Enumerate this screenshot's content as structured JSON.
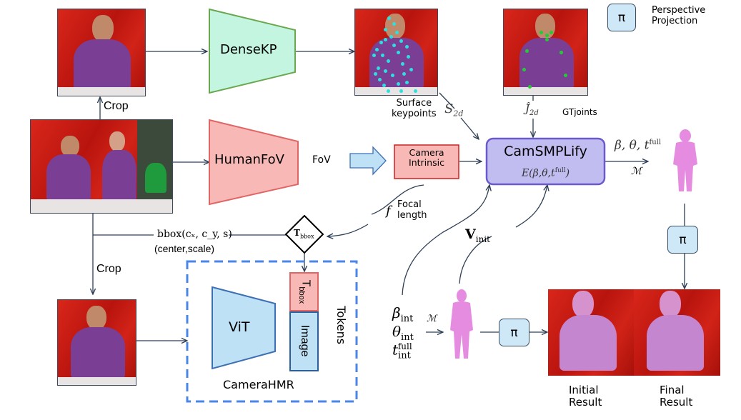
{
  "legend": {
    "symbol": "π",
    "label_line1": "Perspective",
    "label_line2": "Projection"
  },
  "modules": {
    "densekp": "DenseKP",
    "humanfov": "HumanFoV",
    "camera_intrinsic_line1": "Camera",
    "camera_intrinsic_line2": "Intrinsic",
    "camsmplify": "CamSMPLify",
    "camsmplify_energy": "E(β,θ,t",
    "camsmplify_energy_sup": "full",
    "vit": "ViT",
    "camerahmr": "CameraHMR",
    "tokens": "Tokens",
    "token_tbbox": "T",
    "token_tbbox_sub": "bbox",
    "token_image": "Image",
    "tbbox_node": "T",
    "tbbox_node_sub": "bbox"
  },
  "labels": {
    "crop_top": "Crop",
    "crop_bottom": "Crop",
    "fov": "FoV",
    "surface_kp_line1": "Surface",
    "surface_kp_line2": "keypoints",
    "s2d": "S",
    "s2d_sub": "2d",
    "j2d": "Ĵ",
    "j2d_sub": "2d",
    "gtjoints": "GTjoints",
    "focal_symbol": "f",
    "focal_line1": "Focal",
    "focal_line2": "length",
    "bbox_formula": "bbox(c",
    "bbox_formula_full": "bbox(cₓ, c_y, s)",
    "bbox_sub_text": "(center,scale)",
    "output_params": "β,  θ,  t",
    "output_params_sup": "full",
    "model_M": "ℳ",
    "v_init": "V",
    "v_init_sub": "init",
    "beta_int": "β",
    "theta_int": "θ",
    "t_int": "t",
    "int_sub": "int",
    "t_int_sup": "full",
    "model_M2": "ℳ",
    "initial_result_line1": "Initial",
    "initial_result_line2": "Result",
    "final_result_line1": "Final",
    "final_result_line2": "Result",
    "pi_symbol": "π"
  },
  "colors": {
    "densekp_fill": "#c3f5e1",
    "densekp_stroke": "#6aa84f",
    "humanfov_fill": "#f8b9b6",
    "humanfov_stroke": "#e06666",
    "camsmplify_fill": "#c2bdf1",
    "camsmplify_stroke": "#6a5acd",
    "vit_fill": "#bfe1f5",
    "vit_stroke": "#3d6fb5",
    "dashed_box": "#4a86e8",
    "keypoint_surface": "#2de0e0",
    "keypoint_joint": "#22cc33",
    "mesh": "#e58be0"
  }
}
